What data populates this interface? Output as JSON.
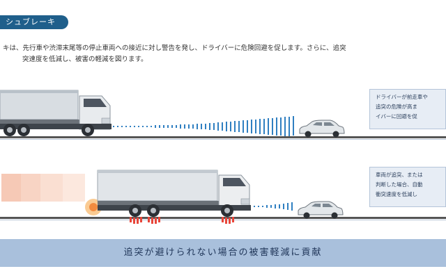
{
  "header": {
    "title": "シュブレーキ"
  },
  "intro": {
    "line1": "キは、先行車や渋滞末尾等の停止車両への接近に対し警告を発し、ドライバーに危険回避を促します。さらに、追突",
    "line2": "突速度を低減し、被害の軽減を図ります。"
  },
  "panel_top": {
    "line1": "ドライバーが前走車や",
    "line2": "追突の危険が高ま",
    "line3": "イバーに回避を促"
  },
  "panel_bottom": {
    "line1": "車両が追突、または",
    "line2": "判断した場合、自動",
    "line3": "衝突速度を低減し"
  },
  "banner": {
    "text": "追突が避けられない場合の被害軽減に貢献"
  },
  "colors": {
    "header_bg": "#1f5f8b",
    "banner_bg": "#a9c0dc",
    "radar": "#2f7fc1",
    "brake": "#e8463a"
  }
}
